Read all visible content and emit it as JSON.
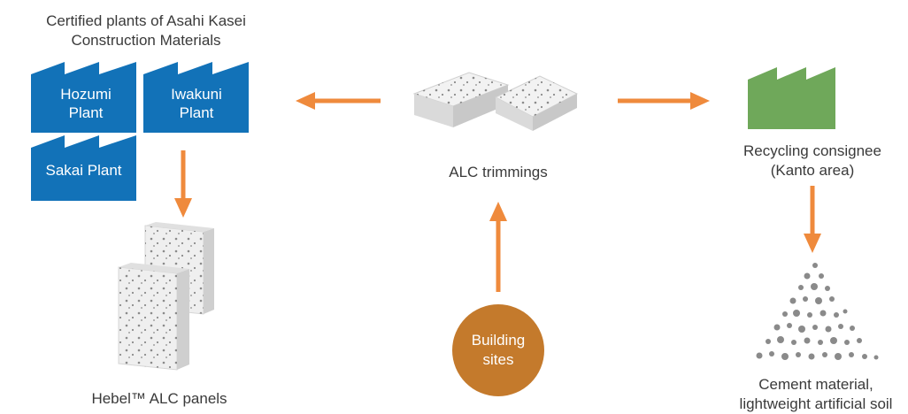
{
  "colors": {
    "plant_blue": "#1272b8",
    "consignee_green": "#6fa85a",
    "arrow_orange": "#ef8a3c",
    "site_brown": "#c47a2c",
    "material_grey": "#e6e6e6",
    "dot_grey": "#8a8a8a"
  },
  "certified": {
    "line1": "Certified plants of Asahi Kasei",
    "line2": "Construction Materials"
  },
  "plants": {
    "hozumi": {
      "line1": "Hozumi",
      "line2": "Plant"
    },
    "iwakuni": {
      "line1": "Iwakuni",
      "line2": "Plant"
    },
    "sakai": {
      "line1": "Sakai Plant"
    }
  },
  "trimmings": {
    "label": "ALC trimmings"
  },
  "consignee": {
    "line1": "Recycling consignee",
    "line2": "(Kanto area)"
  },
  "panels": {
    "label": "Hebel™ ALC panels"
  },
  "sites": {
    "line1": "Building",
    "line2": "sites"
  },
  "products": {
    "line1": "Cement material,",
    "line2": "lightweight artificial soil"
  },
  "icons": [
    "factory-icon",
    "alc-block-icon",
    "arrow-icon",
    "material-pile-icon"
  ]
}
